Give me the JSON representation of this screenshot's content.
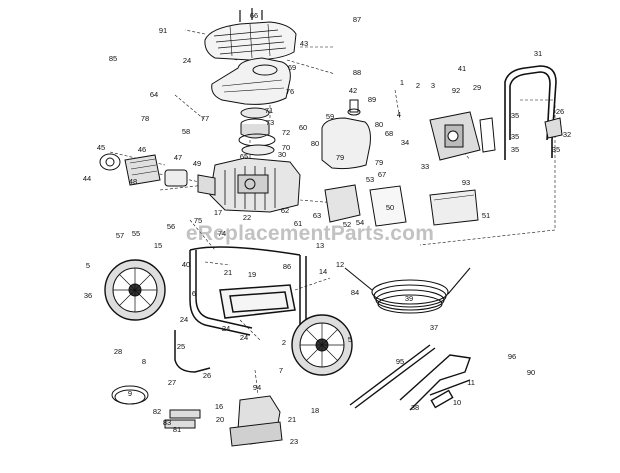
{
  "watermark": "eReplacementParts.com",
  "colors": {
    "ink": "#111111",
    "watermark": "#8a8a8a"
  },
  "callouts": [
    {
      "id": "66"
    },
    {
      "id": "87"
    },
    {
      "id": "91"
    },
    {
      "id": "43"
    },
    {
      "id": "85"
    },
    {
      "id": "24a",
      "text": "24"
    },
    {
      "id": "69"
    },
    {
      "id": "88"
    },
    {
      "id": "41"
    },
    {
      "id": "31"
    },
    {
      "id": "76"
    },
    {
      "id": "1"
    },
    {
      "id": "2"
    },
    {
      "id": "3"
    },
    {
      "id": "64"
    },
    {
      "id": "42"
    },
    {
      "id": "89"
    },
    {
      "id": "92"
    },
    {
      "id": "29"
    },
    {
      "id": "71"
    },
    {
      "id": "77"
    },
    {
      "id": "73"
    },
    {
      "id": "26"
    },
    {
      "id": "78"
    },
    {
      "id": "59"
    },
    {
      "id": "80a",
      "text": "80"
    },
    {
      "id": "4"
    },
    {
      "id": "35a",
      "text": "35"
    },
    {
      "id": "72"
    },
    {
      "id": "58"
    },
    {
      "id": "68"
    },
    {
      "id": "35b",
      "text": "35"
    },
    {
      "id": "32"
    },
    {
      "id": "70"
    },
    {
      "id": "60"
    },
    {
      "id": "80b",
      "text": "80"
    },
    {
      "id": "34"
    },
    {
      "id": "45"
    },
    {
      "id": "46"
    },
    {
      "id": "30"
    },
    {
      "id": "79a",
      "text": "79"
    },
    {
      "id": "35c",
      "text": "35"
    },
    {
      "id": "65"
    },
    {
      "id": "47"
    },
    {
      "id": "35d",
      "text": "35"
    },
    {
      "id": "49"
    },
    {
      "id": "44"
    },
    {
      "id": "79b",
      "text": "79"
    },
    {
      "id": "33"
    },
    {
      "id": "93"
    },
    {
      "id": "67"
    },
    {
      "id": "53"
    },
    {
      "id": "50"
    },
    {
      "id": "48"
    },
    {
      "id": "62"
    },
    {
      "id": "63"
    },
    {
      "id": "54"
    },
    {
      "id": "51"
    },
    {
      "id": "57"
    },
    {
      "id": "55"
    },
    {
      "id": "56"
    },
    {
      "id": "52"
    },
    {
      "id": "61"
    },
    {
      "id": "17"
    },
    {
      "id": "22"
    },
    {
      "id": "74"
    },
    {
      "id": "75"
    },
    {
      "id": "15"
    },
    {
      "id": "40"
    },
    {
      "id": "13"
    },
    {
      "id": "12"
    },
    {
      "id": "86"
    },
    {
      "id": "5a",
      "text": "5"
    },
    {
      "id": "21a",
      "text": "21"
    },
    {
      "id": "19"
    },
    {
      "id": "14"
    },
    {
      "id": "36"
    },
    {
      "id": "6"
    },
    {
      "id": "84"
    },
    {
      "id": "39"
    },
    {
      "id": "24b",
      "text": "24"
    },
    {
      "id": "24c",
      "text": "24"
    },
    {
      "id": "37"
    },
    {
      "id": "28"
    },
    {
      "id": "2b",
      "text": "2"
    },
    {
      "id": "25"
    },
    {
      "id": "24d",
      "text": "24"
    },
    {
      "id": "5b",
      "text": "5"
    },
    {
      "id": "8"
    },
    {
      "id": "95"
    },
    {
      "id": "96"
    },
    {
      "id": "90"
    },
    {
      "id": "27"
    },
    {
      "id": "26b",
      "text": "26"
    },
    {
      "id": "7"
    },
    {
      "id": "94"
    },
    {
      "id": "11"
    },
    {
      "id": "9"
    },
    {
      "id": "10"
    },
    {
      "id": "82"
    },
    {
      "id": "16"
    },
    {
      "id": "83"
    },
    {
      "id": "20"
    },
    {
      "id": "21b",
      "text": "21"
    },
    {
      "id": "18"
    },
    {
      "id": "38"
    },
    {
      "id": "81"
    },
    {
      "id": "23"
    }
  ]
}
